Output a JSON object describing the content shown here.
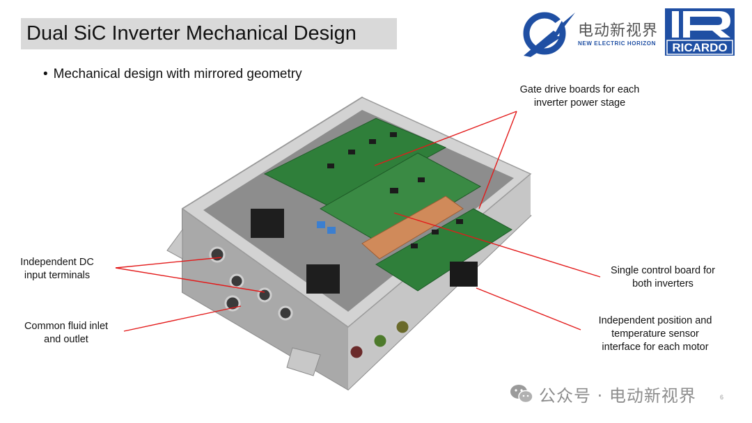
{
  "slide": {
    "title": "Dual SiC Inverter Mechanical Design",
    "bullet": "Mechanical design with mirrored geometry",
    "page_number": "6"
  },
  "logos": {
    "new_electric_horizon_cn": "电动新视界",
    "new_electric_horizon_en": "NEW ELECTRIC HORIZON",
    "ricardo": "RICARDO"
  },
  "callouts": {
    "gate_drive": [
      "Gate drive boards for each",
      "inverter power stage"
    ],
    "dc_terminals": [
      "Independent DC",
      "input terminals"
    ],
    "fluid": [
      "Common fluid inlet",
      "and outlet"
    ],
    "control_board": [
      "Single control board for",
      "both inverters"
    ],
    "sensor": [
      "Independent position and",
      "temperature sensor",
      "interface for each motor"
    ]
  },
  "watermark": {
    "text": "公众号 · 电动新视界"
  },
  "colors": {
    "title_bg": "#d9d9d9",
    "callout_line": "#e31a1a",
    "pcb_green": "#2f7f3a",
    "housing": "#bdbdbd",
    "brand_blue": "#1f4fa3"
  }
}
